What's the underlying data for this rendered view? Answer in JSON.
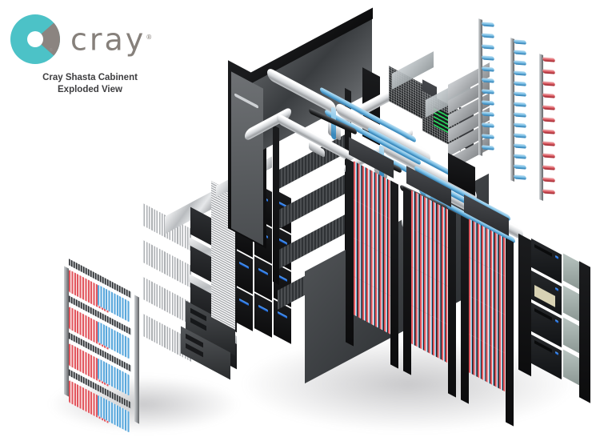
{
  "brand": {
    "logo_name": "cray-donut-logo",
    "logo_colors": {
      "teal": "#4cc2c7",
      "gray_wedge": "#8b8480",
      "wordmark": "#86807b"
    },
    "wordmark": "cray",
    "wordmark_tm": "®",
    "logo_tm": "®"
  },
  "caption": {
    "line1": "Cray Shasta Cabinent",
    "line2": "Exploded View",
    "color": "#3e3e40"
  },
  "diagram": {
    "title": "Cray Shasta Cabinent Exploded View",
    "view": "isometric exploded assembly render",
    "background": "#ffffff",
    "components": [
      {
        "id": "cable-harness-rail",
        "label": "Coolant hose harness rail",
        "position": "far-left",
        "rows": 4,
        "hose_colors": [
          "#d24a52",
          "#6eb8e0"
        ],
        "rail_color": "#8d9093"
      },
      {
        "id": "heatsink-blade-stack",
        "label": "Compute blade stack with finned heatsinks",
        "position": "left",
        "tiers": 4,
        "fin_color": "#dadde0",
        "chassis_color": "#2b2d30"
      },
      {
        "id": "switch-module-stack",
        "label": "Switch modules with blue LED strips",
        "position": "left-center",
        "tiers": 4,
        "columns": 3,
        "led_color": "#1f6fe0",
        "body_color": "#1a1c1e"
      },
      {
        "id": "small-modules",
        "label": "Loose controller modules",
        "position": "left-bottom",
        "count": 2,
        "body_color": "#34373a"
      },
      {
        "id": "cabinet-shell",
        "label": "Cabinet frame and roof with air plenum",
        "position": "center",
        "shelves": 4,
        "shell_color": "#1b1c1e"
      },
      {
        "id": "coolant-manifold",
        "label": "Roof coolant manifold piping",
        "position": "center-top",
        "pipe_color": "#e2e5e8",
        "hose_color": "#6eb8e0"
      },
      {
        "id": "compute-chassis-columns",
        "label": "Liquid-cooled compute chassis columns",
        "position": "right",
        "columns": 3,
        "tiers": 4,
        "cable_colors": [
          "#d9545c",
          "#7cc0e6"
        ]
      },
      {
        "id": "network-switch-cabinets",
        "label": "Top-mounted network switch enclosures",
        "position": "top-right",
        "count": 2,
        "body_color": "#2c2f32"
      },
      {
        "id": "tray-stack",
        "label": "Stacked chassis trays",
        "position": "top-right",
        "count": 6,
        "tray_color": "#b9bcbf"
      },
      {
        "id": "manifold-rail-blue-1",
        "label": "Vertical coolant manifold rail (blue)",
        "position": "top-right",
        "loops": 12,
        "hose_color": "#2f86c9"
      },
      {
        "id": "manifold-rail-blue-2",
        "label": "Vertical coolant manifold rail (blue)",
        "position": "top-right",
        "loops": 14,
        "hose_color": "#2f86c9"
      },
      {
        "id": "manifold-rail-red",
        "label": "Vertical coolant manifold rail (red)",
        "position": "far-right",
        "loops": 12,
        "hose_color": "#c4303a"
      },
      {
        "id": "rear-io-panel",
        "label": "Rear I/O and power panel",
        "position": "right-end",
        "tiers": 4,
        "connector_color": "#d8d2b4",
        "led_color": "#2f7fe0"
      }
    ]
  }
}
